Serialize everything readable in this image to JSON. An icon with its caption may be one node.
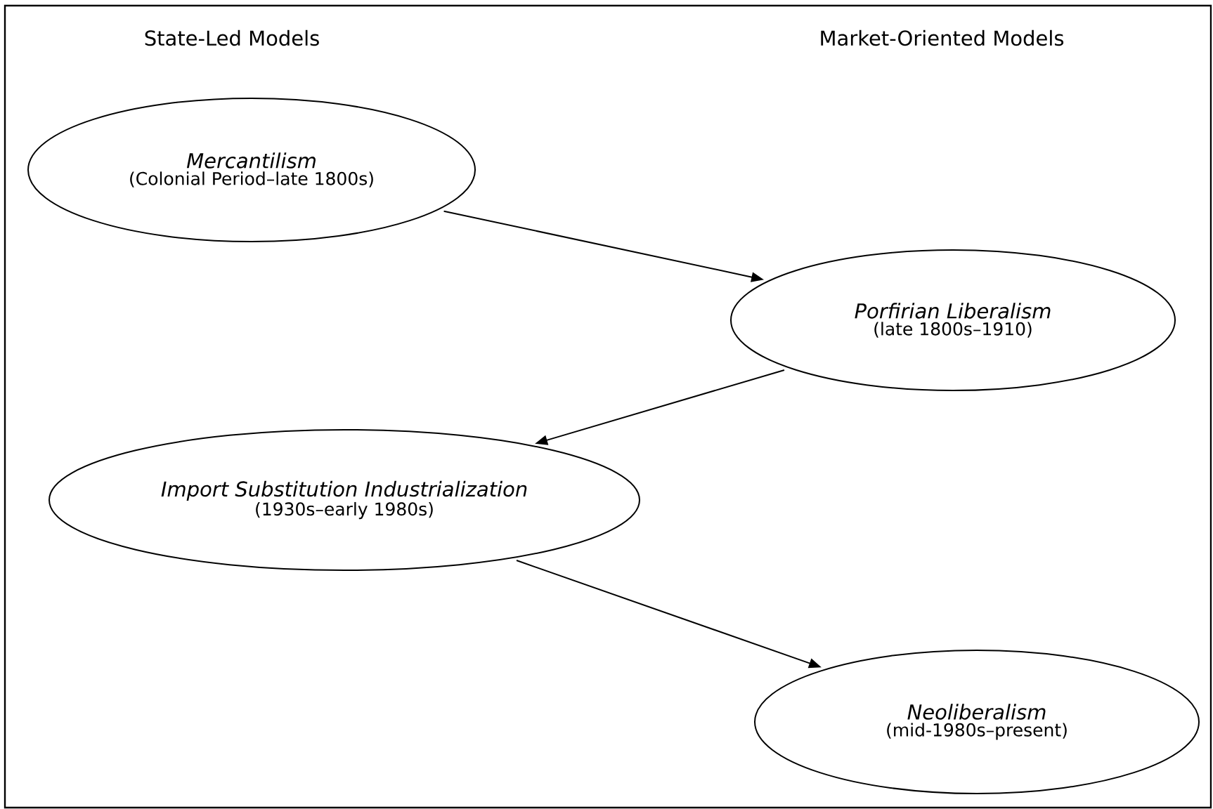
{
  "diagram": {
    "nodes": [
      {
        "text": [
          "Mercantilism",
          "(Colonial Period–late 1800s)"
        ]
      },
      {
        "text": [
          "Porfirian Liberalism",
          "(late 1800s–1910)"
        ]
      },
      {
        "text": [
          "Import Substitution Industrialization",
          "(1930s–early 1980s)"
        ]
      },
      {
        "text": [
          "Neoliberalism",
          "(mid-1980s–present)"
        ]
      }
    ],
    "edges": [
      {
        "from": 0,
        "to": 1,
        "arrow": "to"
      },
      {
        "from": 1,
        "to": 2,
        "arrow": "to"
      },
      {
        "from": 2,
        "to": 3,
        "arrow": "to"
      }
    ],
    "labels": [
      "State-Led Models",
      "Market-Oriented Models"
    ]
  }
}
